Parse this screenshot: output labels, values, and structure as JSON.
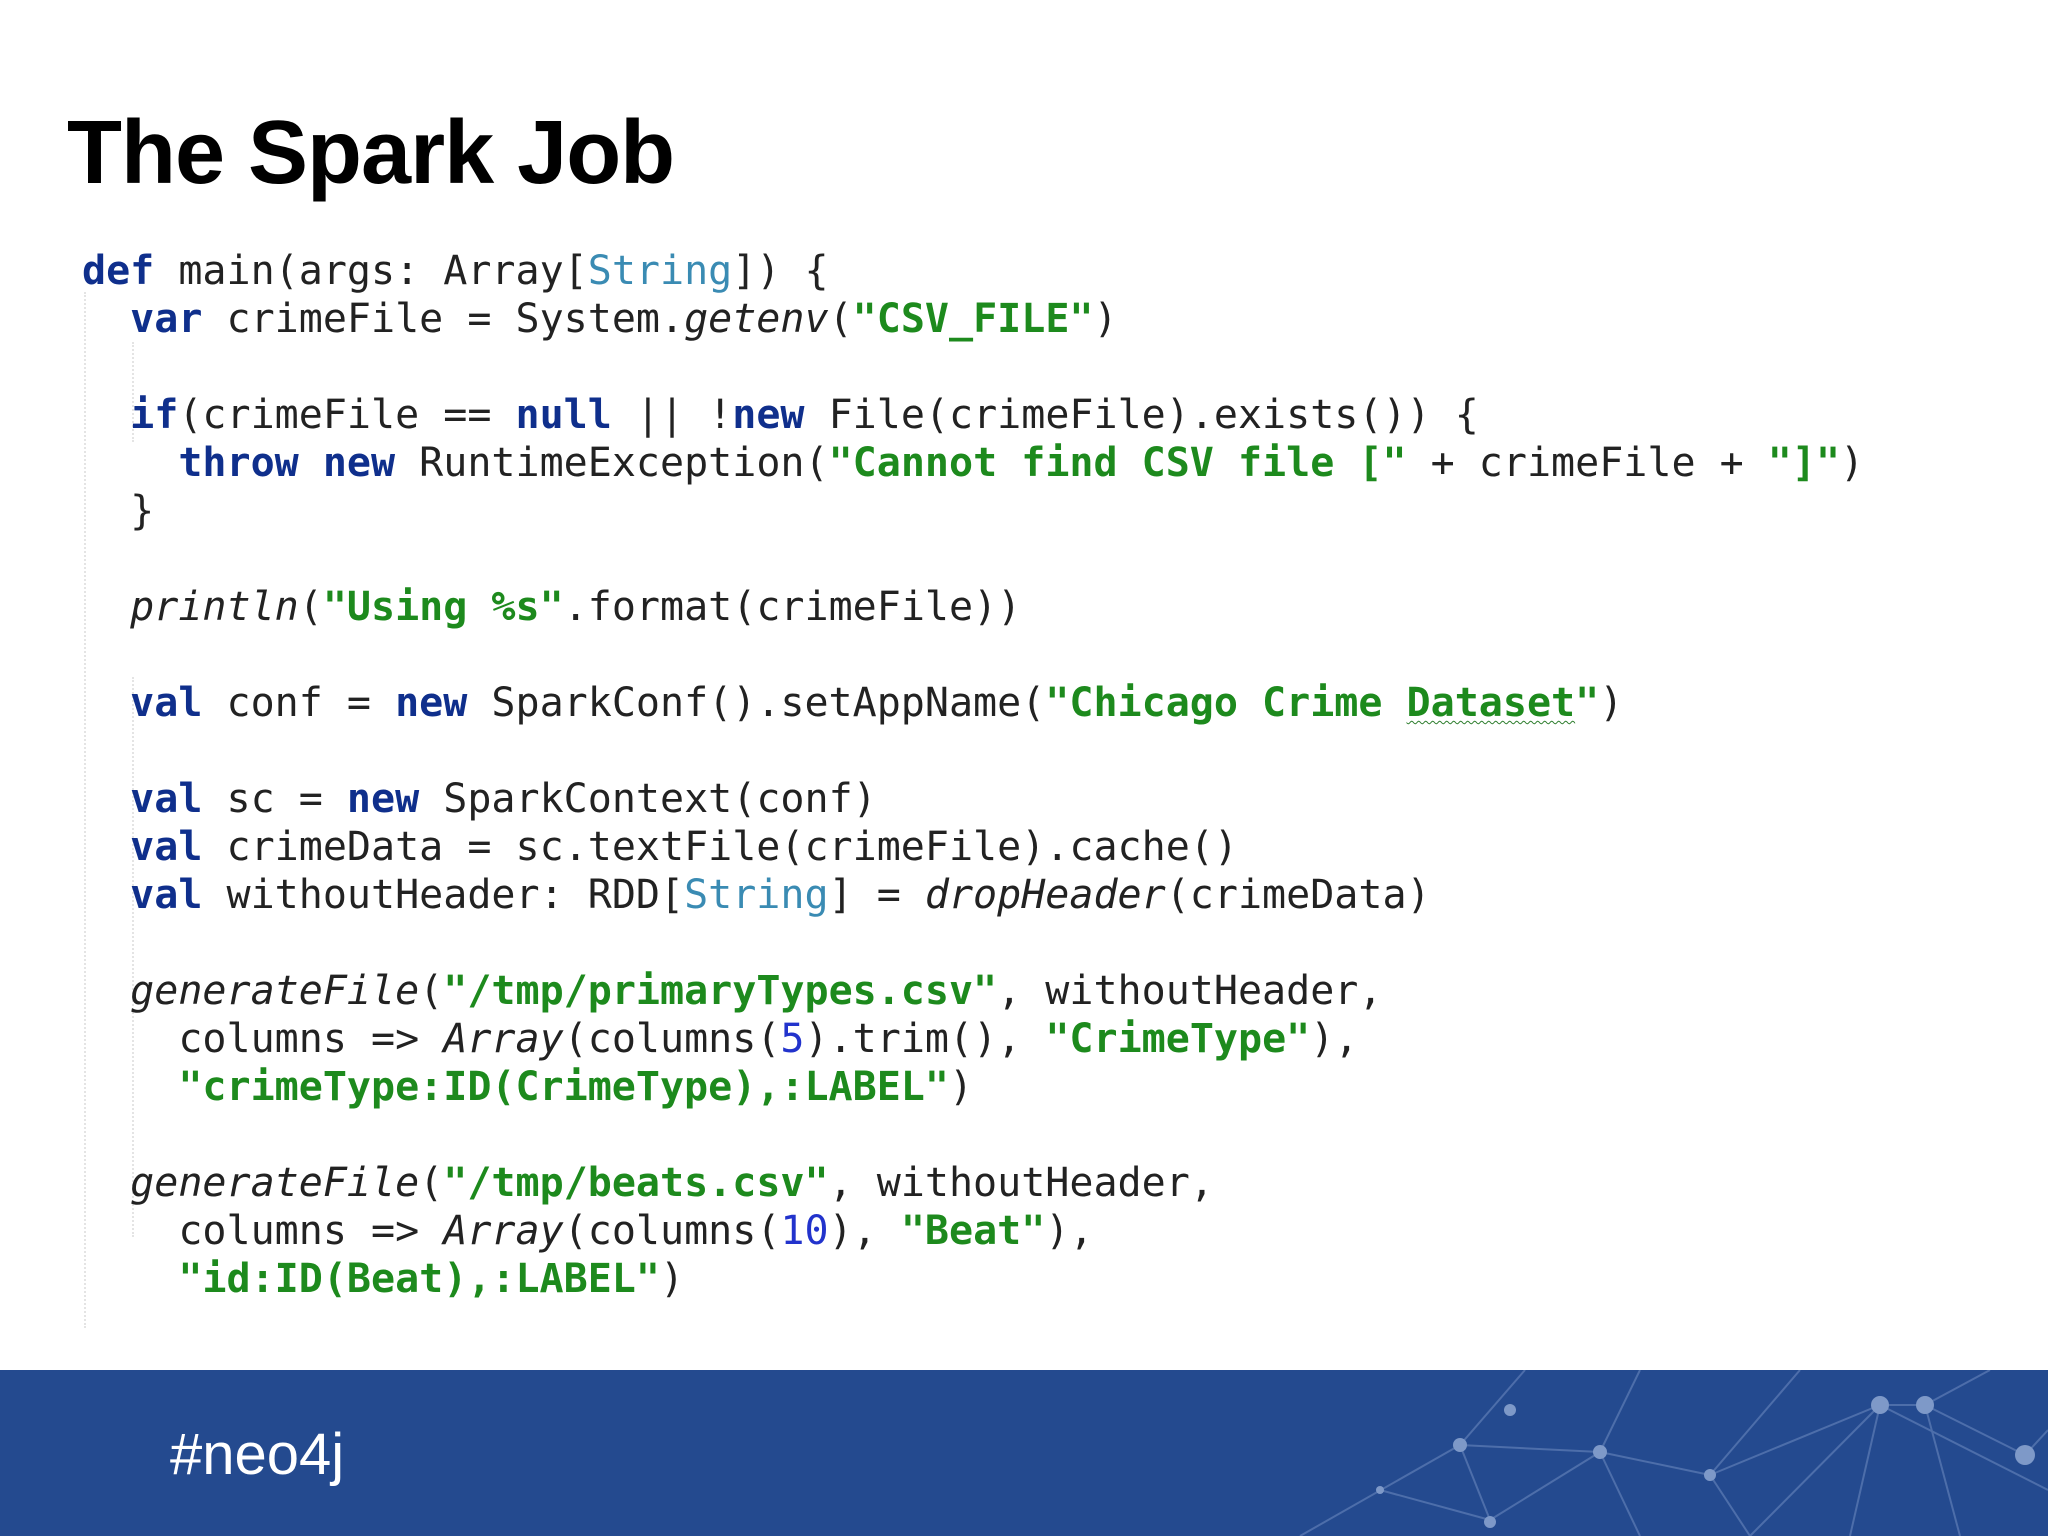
{
  "slide": {
    "title": "The Spark Job"
  },
  "footer": {
    "hashtag": "#neo4j"
  },
  "code": {
    "lines": [
      [
        {
          "t": "kw",
          "v": "def"
        },
        {
          "t": "p",
          "v": " main(args: Array["
        },
        {
          "t": "typ",
          "v": "String"
        },
        {
          "t": "p",
          "v": "]) {"
        }
      ],
      [
        {
          "t": "p",
          "v": "  "
        },
        {
          "t": "kw",
          "v": "var"
        },
        {
          "t": "p",
          "v": " crimeFile = System."
        },
        {
          "t": "it",
          "v": "getenv"
        },
        {
          "t": "p",
          "v": "("
        },
        {
          "t": "str",
          "v": "\"CSV_FILE\""
        },
        {
          "t": "p",
          "v": ")"
        }
      ],
      [],
      [
        {
          "t": "p",
          "v": "  "
        },
        {
          "t": "kw",
          "v": "if"
        },
        {
          "t": "p",
          "v": "(crimeFile == "
        },
        {
          "t": "kw",
          "v": "null"
        },
        {
          "t": "p",
          "v": " || !"
        },
        {
          "t": "kw",
          "v": "new"
        },
        {
          "t": "p",
          "v": " File(crimeFile).exists()) {"
        }
      ],
      [
        {
          "t": "p",
          "v": "    "
        },
        {
          "t": "kw",
          "v": "throw"
        },
        {
          "t": "p",
          "v": " "
        },
        {
          "t": "kw",
          "v": "new"
        },
        {
          "t": "p",
          "v": " RuntimeException("
        },
        {
          "t": "str",
          "v": "\"Cannot find CSV file [\""
        },
        {
          "t": "p",
          "v": " + crimeFile + "
        },
        {
          "t": "str",
          "v": "\"]\""
        },
        {
          "t": "p",
          "v": ")"
        }
      ],
      [
        {
          "t": "p",
          "v": "  }"
        }
      ],
      [],
      [
        {
          "t": "p",
          "v": "  "
        },
        {
          "t": "it",
          "v": "println"
        },
        {
          "t": "p",
          "v": "("
        },
        {
          "t": "str",
          "v": "\"Using %s\""
        },
        {
          "t": "p",
          "v": ".format(crimeFile))"
        }
      ],
      [],
      [
        {
          "t": "p",
          "v": "  "
        },
        {
          "t": "kw",
          "v": "val"
        },
        {
          "t": "p",
          "v": " conf = "
        },
        {
          "t": "kw",
          "v": "new"
        },
        {
          "t": "p",
          "v": " SparkConf().setAppName("
        },
        {
          "t": "str",
          "v": "\"Chicago Crime "
        },
        {
          "t": "strsq",
          "v": "Dataset"
        },
        {
          "t": "str",
          "v": "\""
        },
        {
          "t": "p",
          "v": ")"
        }
      ],
      [],
      [
        {
          "t": "p",
          "v": "  "
        },
        {
          "t": "kw",
          "v": "val"
        },
        {
          "t": "p",
          "v": " sc = "
        },
        {
          "t": "kw",
          "v": "new"
        },
        {
          "t": "p",
          "v": " SparkContext(conf)"
        }
      ],
      [
        {
          "t": "p",
          "v": "  "
        },
        {
          "t": "kw",
          "v": "val"
        },
        {
          "t": "p",
          "v": " crimeData = sc.textFile(crimeFile).cache()"
        }
      ],
      [
        {
          "t": "p",
          "v": "  "
        },
        {
          "t": "kw",
          "v": "val"
        },
        {
          "t": "p",
          "v": " withoutHeader: RDD["
        },
        {
          "t": "typ",
          "v": "String"
        },
        {
          "t": "p",
          "v": "] = "
        },
        {
          "t": "it",
          "v": "dropHeader"
        },
        {
          "t": "p",
          "v": "(crimeData)"
        }
      ],
      [],
      [
        {
          "t": "p",
          "v": "  "
        },
        {
          "t": "it",
          "v": "generateFile"
        },
        {
          "t": "p",
          "v": "("
        },
        {
          "t": "str",
          "v": "\"/tmp/primaryTypes.csv\""
        },
        {
          "t": "p",
          "v": ", withoutHeader,"
        }
      ],
      [
        {
          "t": "p",
          "v": "    columns => "
        },
        {
          "t": "it",
          "v": "Array"
        },
        {
          "t": "p",
          "v": "(columns("
        },
        {
          "t": "num",
          "v": "5"
        },
        {
          "t": "p",
          "v": ").trim(), "
        },
        {
          "t": "str",
          "v": "\"CrimeType\""
        },
        {
          "t": "p",
          "v": "),"
        }
      ],
      [
        {
          "t": "p",
          "v": "    "
        },
        {
          "t": "str",
          "v": "\"crimeType:ID(CrimeType),:LABEL\""
        },
        {
          "t": "p",
          "v": ")"
        }
      ],
      [],
      [
        {
          "t": "p",
          "v": "  "
        },
        {
          "t": "it",
          "v": "generateFile"
        },
        {
          "t": "p",
          "v": "("
        },
        {
          "t": "str",
          "v": "\"/tmp/beats.csv\""
        },
        {
          "t": "p",
          "v": ", withoutHeader,"
        }
      ],
      [
        {
          "t": "p",
          "v": "    columns => "
        },
        {
          "t": "it",
          "v": "Array"
        },
        {
          "t": "p",
          "v": "(columns("
        },
        {
          "t": "num",
          "v": "10"
        },
        {
          "t": "p",
          "v": "), "
        },
        {
          "t": "str",
          "v": "\"Beat\""
        },
        {
          "t": "p",
          "v": "),"
        }
      ],
      [
        {
          "t": "p",
          "v": "    "
        },
        {
          "t": "str",
          "v": "\"id:ID(Beat),:LABEL\""
        },
        {
          "t": "p",
          "v": ")"
        }
      ]
    ]
  },
  "colors": {
    "keyword": "#0f2f8c",
    "string": "#1d8a1d",
    "type": "#3a8bb3",
    "number": "#2233cc",
    "footer_band": "#244a8f"
  }
}
